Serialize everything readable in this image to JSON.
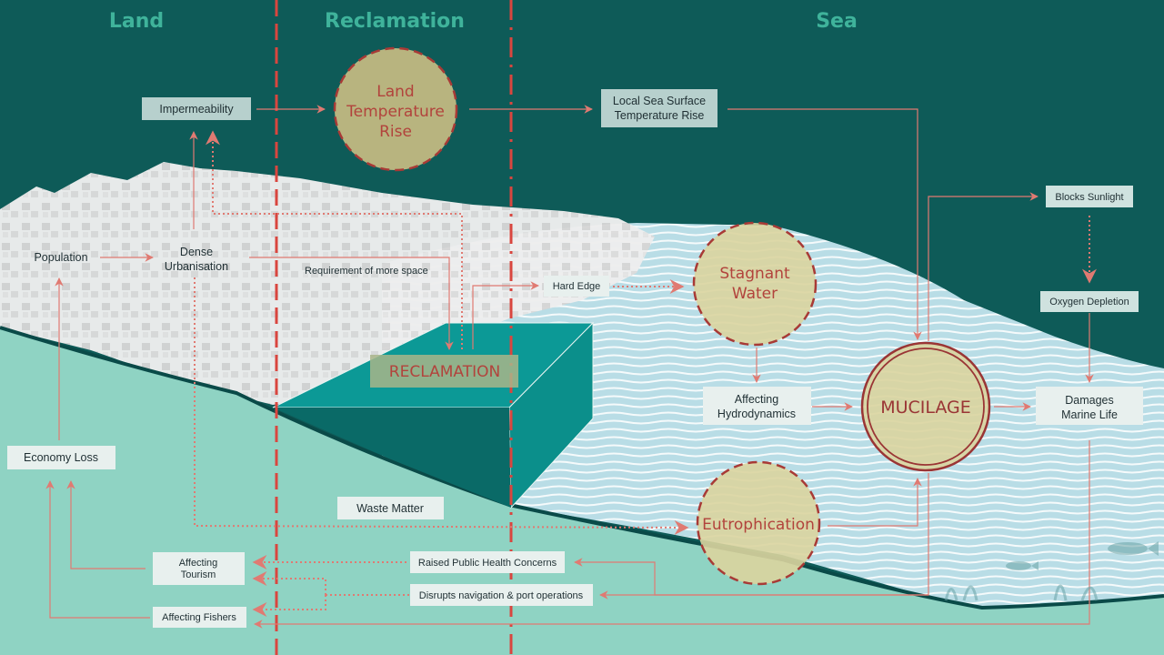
{
  "regions": {
    "land": "Land",
    "reclamation": "Reclamation",
    "sea": "Sea"
  },
  "nodes": {
    "impermeability": "Impermeability",
    "land_temp": [
      "Land",
      "Temperature",
      "Rise"
    ],
    "sea_temp": [
      "Local Sea Surface",
      "Temperature Rise"
    ],
    "population": "Population",
    "dense_urbanisation": [
      "Dense",
      "Urbanisation"
    ],
    "requirement_space": "Requirement of more space",
    "hard_edge": "Hard Edge",
    "stagnant_water": [
      "Stagnant",
      "Water"
    ],
    "blocks_sunlight": "Blocks Sunlight",
    "oxygen_depletion": "Oxygen Depletion",
    "reclamation": "RECLAMATION",
    "affecting_hydrodynamics": [
      "Affecting",
      "Hydrodynamics"
    ],
    "mucilage": "MUCILAGE",
    "damages_marine_life": [
      "Damages",
      "Marine Life"
    ],
    "economy_loss": "Economy Loss",
    "waste_matter": "Waste Matter",
    "eutrophication": "Eutrophication",
    "affecting_tourism": [
      "Affecting",
      "Tourism"
    ],
    "affecting_fishers": "Affecting Fishers",
    "raised_public_health": "Raised Public Health Concerns",
    "disrupts_navigation": "Disrupts navigation & port operations"
  },
  "colors": {
    "background": "#0e5b58",
    "land_ground": "#8fd3c3",
    "arrow": "#e07a72",
    "divider": "#d9463f",
    "circle_fill": "#d9d29a",
    "circle_stroke": "#a83a36",
    "box_fill": "#e8f0ee",
    "region_label": "#3fb39b",
    "reclamation_block": "#0c9996"
  }
}
